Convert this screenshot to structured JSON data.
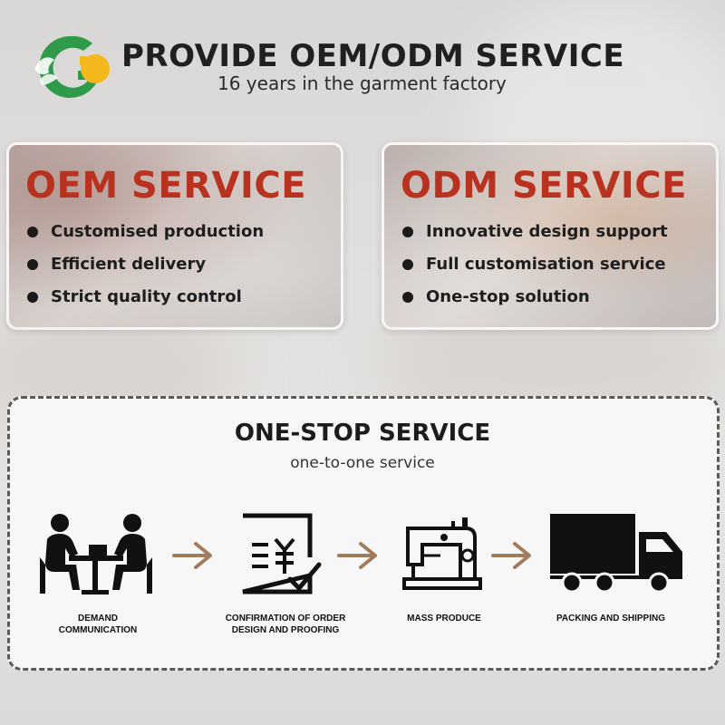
{
  "header": {
    "title": "PROVIDE OEM/ODM SERVICE",
    "subtitle": "16 years in the garment factory",
    "logo_icon": "g-hands-logo-icon"
  },
  "cards": {
    "oem": {
      "title": "OEM SERVICE",
      "items": [
        "Customised production",
        "Efficient delivery",
        "Strict quality control"
      ]
    },
    "odm": {
      "title": "ODM SERVICE",
      "items": [
        "Innovative design support",
        "Full customisation service",
        "One-stop solution"
      ]
    }
  },
  "one_stop": {
    "title": "ONE-STOP SERVICE",
    "subtitle": "one-to-one service",
    "steps": [
      {
        "label_line1": "DEMAND",
        "label_line2": "COMMUNICATION",
        "icon": "meeting-icon"
      },
      {
        "label_line1": "CONFIRMATION OF ORDER",
        "label_line2": "DESIGN AND PROOFING",
        "icon": "document-check-icon"
      },
      {
        "label_line1": "MASS PRODUCE",
        "label_line2": "",
        "icon": "sewing-machine-icon"
      },
      {
        "label_line1": "PACKING AND SHIPPING",
        "label_line2": "",
        "icon": "truck-icon"
      }
    ]
  },
  "colors": {
    "accent_red": "#b8321f",
    "arrow_brown": "#a07c5a",
    "logo_green": "#2e9a4a",
    "logo_yellow": "#f2b81c"
  }
}
